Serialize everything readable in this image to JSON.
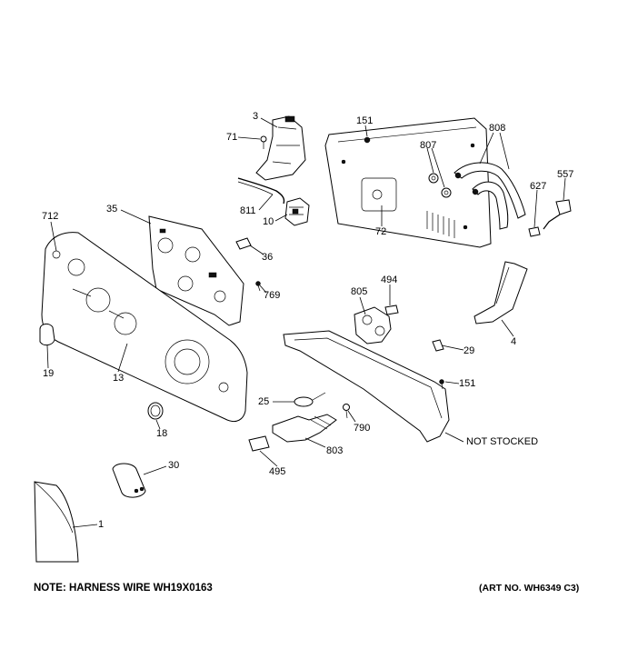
{
  "callouts": {
    "c3": "3",
    "c151a": "151",
    "c808": "808",
    "c71": "71",
    "c807": "807",
    "c557": "557",
    "c627": "627",
    "c811": "811",
    "c10": "10",
    "c35": "35",
    "c712": "712",
    "c72": "72",
    "c36": "36",
    "c494": "494",
    "c805": "805",
    "c769": "769",
    "c4": "4",
    "c29": "29",
    "c19": "19",
    "c13": "13",
    "c151b": "151",
    "c25": "25",
    "c18": "18",
    "c790": "790",
    "c803": "803",
    "c30": "30",
    "c495": "495",
    "c1": "1",
    "not_stocked": "NOT STOCKED"
  },
  "notes": {
    "harness": "NOTE: HARNESS WIRE WH19X0163",
    "art_no": "(ART NO. WH6349 C3)"
  }
}
